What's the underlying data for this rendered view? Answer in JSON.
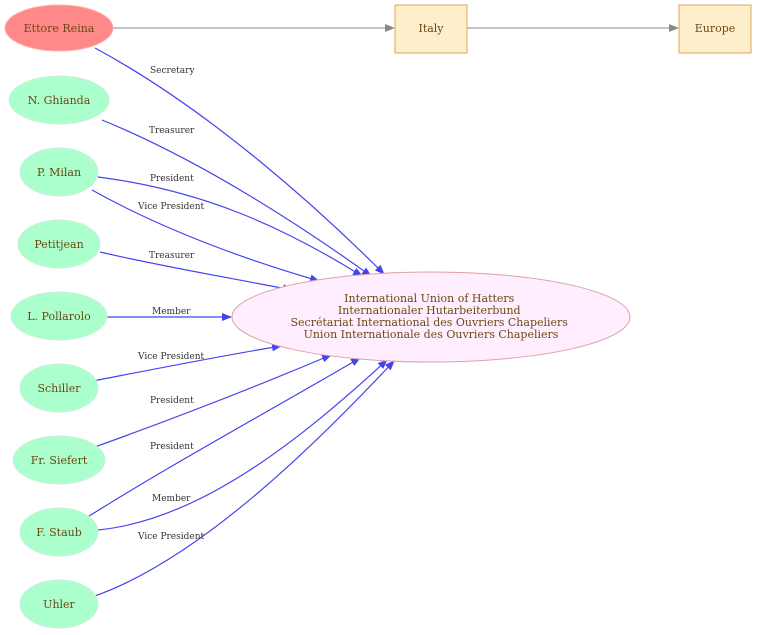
{
  "colors": {
    "person_fill": "#aaffcc",
    "person_stroke": "#ccf0dd",
    "focus_fill": "#ff8888",
    "focus_stroke": "#ffb0b0",
    "org_fill": "#ffeeff",
    "org_stroke": "#e0a0a8",
    "place_fill": "#ffeecc",
    "place_stroke": "#d9a85a",
    "member_edge": "#4444ee",
    "place_edge": "#888888",
    "label_text": "#6b4a12"
  },
  "nodes": {
    "ettore": "Ettore Reina",
    "italy": "Italy",
    "europe": "Europe",
    "ghianda": "N. Ghianda",
    "milan": "P. Milan",
    "petitjean": "Petitjean",
    "pollarolo": "L. Pollarolo",
    "schiller": "Schiller",
    "siefert": "Fr. Siefert",
    "staub": "F. Staub",
    "uhler": "Uhler",
    "union": [
      "International Union of Hatters",
      "Internationaler Hutarbeiterbund",
      "Secrétariat International des Ouvriers Chapeliers",
      "Union Internationale des Ouvriers Chapeliers"
    ]
  },
  "edges": {
    "ettore": "Secretary",
    "ghianda": "Treasurer",
    "milan_1": "President",
    "milan_2": "Vice President",
    "petitjean": "Treasurer",
    "pollarolo": "Member",
    "schiller": "Vice President",
    "siefert": "President",
    "staub_1": "President",
    "staub_2": "Member",
    "uhler": "Vice President"
  }
}
